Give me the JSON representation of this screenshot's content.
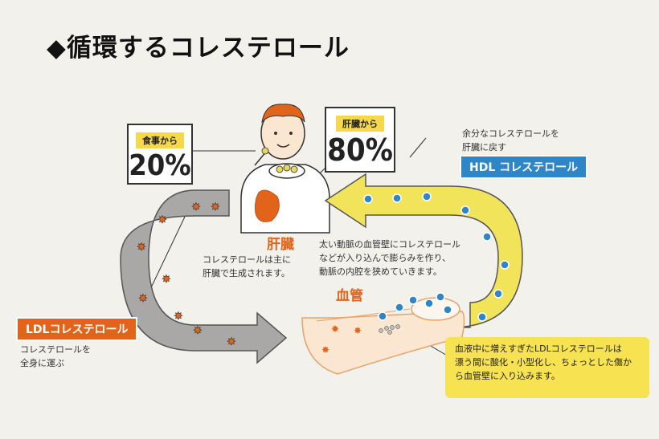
{
  "title": "◆循環するコレステロール",
  "diet": {
    "tag": "食事から",
    "value": "20%"
  },
  "liver_source": {
    "tag": "肝臓から",
    "value": "80%"
  },
  "liver": {
    "label": "肝臓",
    "desc_line1": "コレステロールは主に",
    "desc_line2": "肝臓で生成されます。"
  },
  "hdl": {
    "desc_line1": "余分なコレステロールを",
    "desc_line2": "肝臓に戻す",
    "label": "HDL コレステロール"
  },
  "ldl": {
    "label": "LDLコレステロール",
    "desc_line1": "コレステロールを",
    "desc_line2": "全身に運ぶ"
  },
  "artery_text": {
    "line1": "太い動脈の血管壁にコレステロール",
    "line2": "などが入り込んで膨らみを作り、",
    "line3": "動脈の内腔を狭めていきます。"
  },
  "vessel": {
    "label": "血管"
  },
  "note": {
    "line1": "血液中に増えすぎたLDLコレステロールは",
    "line2": "漂う間に酸化・小型化し、ちょっとした傷か",
    "line3": "ら血管壁に入り込みます。"
  },
  "colors": {
    "ldl_arrow": "#a9a8a6",
    "hdl_arrow": "#f2e45a",
    "accent_orange": "#e2641b",
    "hdl_blue": "#2f86c6"
  }
}
